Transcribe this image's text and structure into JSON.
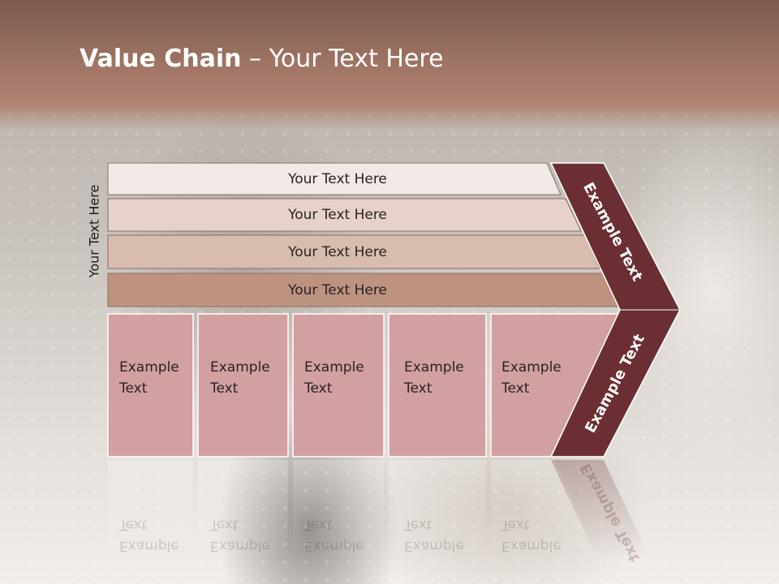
{
  "title": {
    "bold": "Value Chain",
    "rest": " – Your Text Here"
  },
  "side_label": "Your Text Here",
  "bands": [
    {
      "label": "Your Text Here",
      "color": "#f1e9e5"
    },
    {
      "label": "Your Text Here",
      "color": "#e6d2ca"
    },
    {
      "label": "Your Text Here",
      "color": "#d8bcae"
    },
    {
      "label": "Your Text Here",
      "color": "#bd9380"
    }
  ],
  "cells": [
    {
      "line1": "Example",
      "line2": "Text"
    },
    {
      "line1": "Example",
      "line2": "Text"
    },
    {
      "line1": "Example",
      "line2": "Text"
    },
    {
      "line1": "Example",
      "line2": "Text"
    },
    {
      "line1": "Example",
      "line2": "Text"
    }
  ],
  "arrow": {
    "upper": "Example Text",
    "lower": "Example Text"
  },
  "colors": {
    "cell": "#d2a0a0",
    "arrow": "#6b2f33",
    "band_stroke": "#8a6e64"
  }
}
